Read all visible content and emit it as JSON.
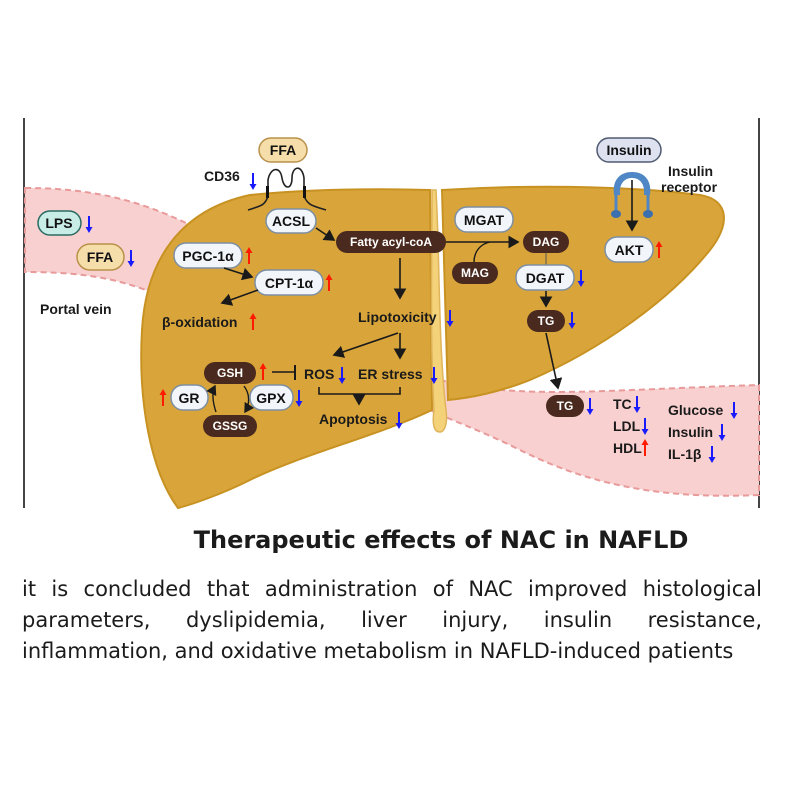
{
  "diagram": {
    "colors": {
      "liver_fill": "#d9a53a",
      "liver_edge": "#c89222",
      "vessel_fill": "#f9d0d0",
      "vessel_edge": "#e89a9a",
      "dark_pill": "#4a2a1e",
      "light_pill": "#f2f5fa",
      "up_arrow": "#ff1a00",
      "down_arrow": "#1a1aff",
      "receptor": "#4f86c6"
    },
    "portal_vein": {
      "label": "Portal vein",
      "items": [
        {
          "label": "LPS",
          "change": "down"
        },
        {
          "label": "FFA",
          "change": "down"
        }
      ]
    },
    "membrane": {
      "ffa_label": "FFA",
      "cd36_label": "CD36",
      "cd36_change": "down"
    },
    "liver_left": {
      "acsl": "ACSL",
      "fatty_acyl_coa": "Fatty acyl-coA",
      "pgc1a": {
        "label": "PGC-1α",
        "change": "up"
      },
      "cpt1a": {
        "label": "CPT-1α",
        "change": "up"
      },
      "beta_oxidation": {
        "label": "β-oxidation",
        "change": "up"
      },
      "lipotoxicity": {
        "label": "Lipotoxicity",
        "change": "down"
      },
      "ros": {
        "label": "ROS",
        "change": "down"
      },
      "er_stress": {
        "label": "ER stress",
        "change": "down"
      },
      "apoptosis": {
        "label": "Apoptosis",
        "change": "down"
      },
      "gsh": {
        "label": "GSH",
        "change": "up"
      },
      "gr": {
        "label": "GR",
        "change": "up"
      },
      "gpx": {
        "label": "GPX",
        "change": "down"
      },
      "gssg": "GSSG"
    },
    "liver_right": {
      "mgat": "MGAT",
      "mag": "MAG",
      "dag": "DAG",
      "dgat": {
        "label": "DGAT",
        "change": "down"
      },
      "tg": {
        "label": "TG",
        "change": "down"
      }
    },
    "insulin": {
      "insulin_label": "Insulin",
      "receptor_label_line1": "Insulin",
      "receptor_label_line2": "receptor",
      "akt": {
        "label": "AKT",
        "change": "up"
      }
    },
    "blood": {
      "tg": {
        "label": "TG",
        "change": "down"
      },
      "markers_col1": [
        {
          "label": "TC",
          "change": "down"
        },
        {
          "label": "LDL",
          "change": "down"
        },
        {
          "label": "HDL",
          "change": "up"
        }
      ],
      "markers_col2": [
        {
          "label": "Glucose",
          "change": "down"
        },
        {
          "label": "Insulin",
          "change": "down"
        },
        {
          "label": "IL-1β",
          "change": "down"
        }
      ]
    }
  },
  "title": "Therapeutic effects of NAC in NAFLD",
  "summary": "it is concluded that administration of NAC improved histological parameters, dyslipidemia, liver injury, insulin resistance, inflammation, and oxidative metabolism in NAFLD-induced patients"
}
